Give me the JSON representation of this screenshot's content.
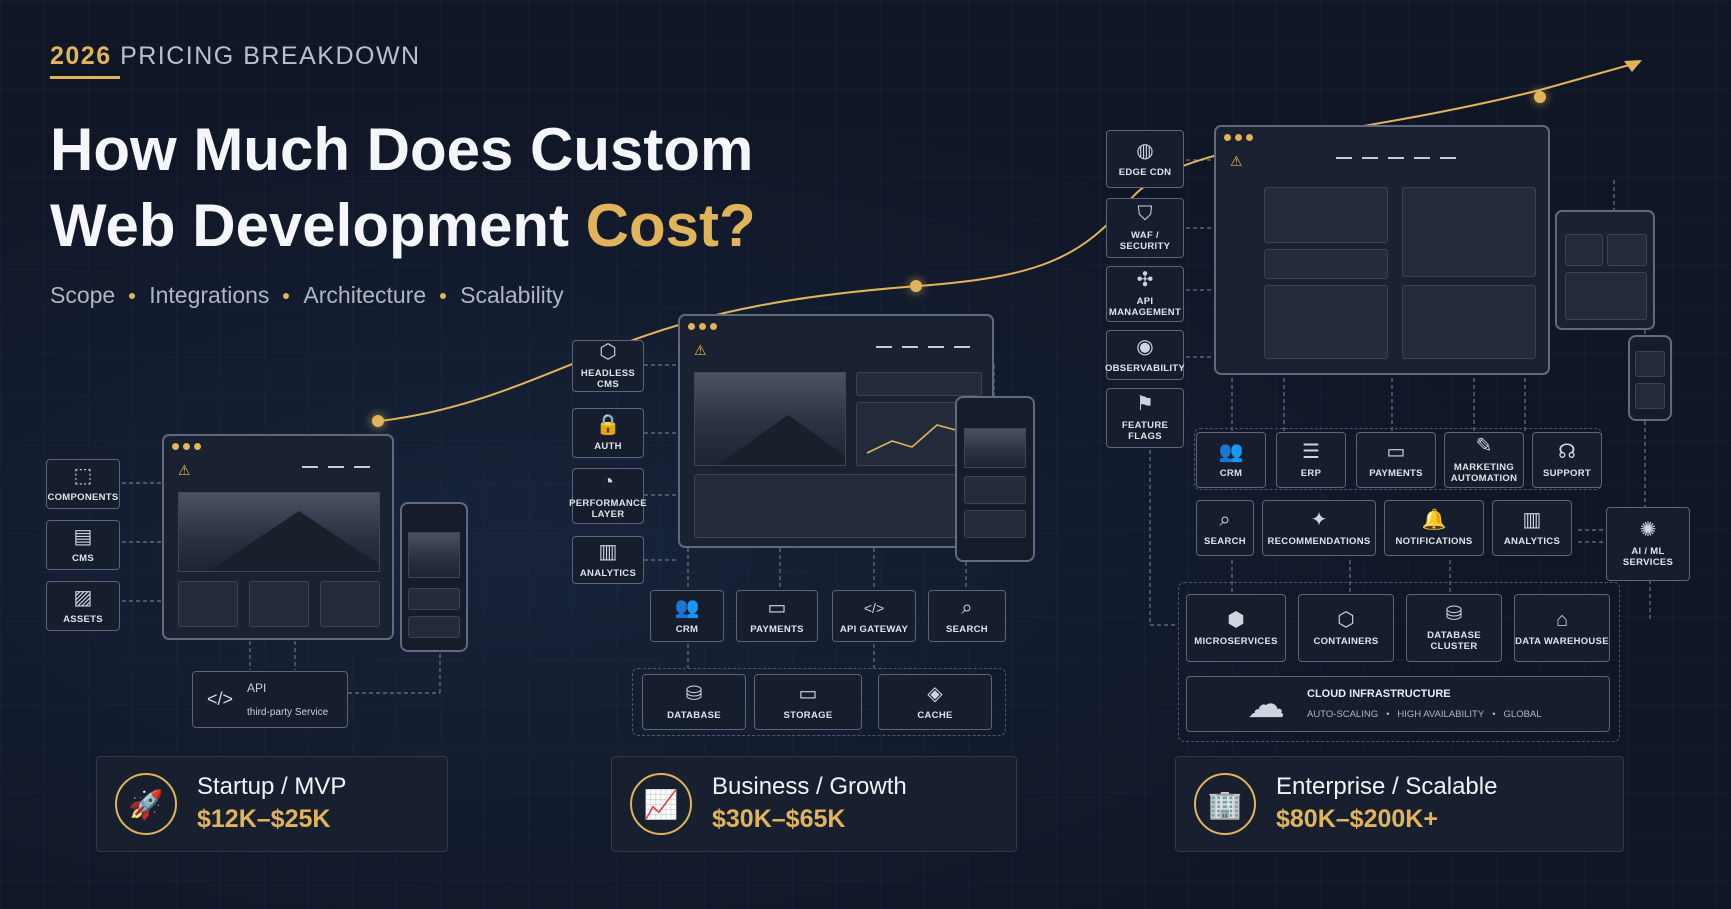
{
  "header": {
    "year": "2026",
    "eyebrow": "PRICING BREAKDOWN",
    "title_line1": "How Much Does Custom",
    "title_line2_main": "Web Development",
    "title_line2_accent": "Cost?",
    "subtitle_items": [
      "Scope",
      "Integrations",
      "Architecture",
      "Scalability"
    ]
  },
  "colors": {
    "accent": "#e2b45a",
    "background": "#0f1626",
    "panel": "#161d2c",
    "border": "#5b6577"
  },
  "startup": {
    "modules": [
      {
        "label": "COMPONENTS",
        "icon": "components-icon",
        "glyph": "⬚"
      },
      {
        "label": "CMS",
        "icon": "document-icon",
        "glyph": "▤"
      },
      {
        "label": "ASSETS",
        "icon": "image-icon",
        "glyph": "▨"
      }
    ],
    "api": {
      "title": "API",
      "subtitle": "third-party Service",
      "glyph": "</>"
    }
  },
  "business": {
    "left_modules": [
      {
        "label": "HEADLESS CMS",
        "icon": "cube-icon",
        "glyph": "⬡"
      },
      {
        "label": "AUTH",
        "icon": "lock-icon",
        "glyph": "🔒"
      },
      {
        "label": "PERFORMANCE LAYER",
        "icon": "gauge-icon",
        "glyph": "◔"
      },
      {
        "label": "ANALYTICS",
        "icon": "bar-chart-icon",
        "glyph": "▥"
      }
    ],
    "bottom_modules": [
      {
        "label": "CRM",
        "icon": "users-icon",
        "glyph": "👥"
      },
      {
        "label": "PAYMENTS",
        "icon": "card-icon",
        "glyph": "▭"
      },
      {
        "label": "API GATEWAY",
        "icon": "code-icon",
        "glyph": "</>"
      },
      {
        "label": "SEARCH",
        "icon": "search-icon",
        "glyph": "⌕"
      }
    ],
    "storage_modules": [
      {
        "label": "DATABASE",
        "icon": "database-icon",
        "glyph": "⛁"
      },
      {
        "label": "STORAGE",
        "icon": "folder-icon",
        "glyph": "▭"
      },
      {
        "label": "CACHE",
        "icon": "layers-icon",
        "glyph": "◈"
      }
    ]
  },
  "enterprise": {
    "left_modules": [
      {
        "label": "EDGE CDN",
        "icon": "globe-icon",
        "glyph": "◍"
      },
      {
        "label": "WAF / SECURITY",
        "icon": "shield-icon",
        "glyph": "⛉"
      },
      {
        "label": "API MANAGEMENT",
        "icon": "network-icon",
        "glyph": "✣"
      },
      {
        "label": "OBSERVABILITY",
        "icon": "eye-icon",
        "glyph": "◉"
      },
      {
        "label": "FEATURE FLAGS",
        "icon": "flag-icon",
        "glyph": "⚑"
      }
    ],
    "row1": [
      {
        "label": "CRM",
        "icon": "users-icon",
        "glyph": "👥"
      },
      {
        "label": "ERP",
        "icon": "server-icon",
        "glyph": "☰"
      },
      {
        "label": "PAYMENTS",
        "icon": "card-icon",
        "glyph": "▭"
      },
      {
        "label": "MARKETING AUTOMATION",
        "icon": "megaphone-icon",
        "glyph": "✎"
      },
      {
        "label": "SUPPORT",
        "icon": "headset-icon",
        "glyph": "☊"
      }
    ],
    "row2": [
      {
        "label": "SEARCH",
        "icon": "search-icon",
        "glyph": "⌕"
      },
      {
        "label": "RECOMMENDATIONS",
        "icon": "sparkle-icon",
        "glyph": "✦"
      },
      {
        "label": "NOTIFICATIONS",
        "icon": "bell-icon",
        "glyph": "🔔"
      },
      {
        "label": "ANALYTICS",
        "icon": "bar-chart-icon",
        "glyph": "▥"
      }
    ],
    "ai": {
      "label": "AI / ML SERVICES",
      "icon": "brain-icon",
      "glyph": "✺"
    },
    "row3": [
      {
        "label": "MICROSERVICES",
        "icon": "cubes-icon",
        "glyph": "⬢"
      },
      {
        "label": "CONTAINERS",
        "icon": "container-icon",
        "glyph": "⬡"
      },
      {
        "label": "DATABASE CLUSTER",
        "icon": "database-icon",
        "glyph": "⛁"
      },
      {
        "label": "DATA WAREHOUSE",
        "icon": "warehouse-icon",
        "glyph": "⌂"
      }
    ],
    "cloud": {
      "title": "CLOUD INFRASTRUCTURE",
      "features": [
        "AUTO-SCALING",
        "HIGH AVAILABILITY",
        "GLOBAL"
      ],
      "glyph": "☁"
    }
  },
  "pricing": [
    {
      "tier": "Startup / MVP",
      "range": "$12K–$25K",
      "icon": "rocket-icon",
      "glyph": "🚀"
    },
    {
      "tier": "Business / Growth",
      "range": "$30K–$65K",
      "icon": "growth-chart-icon",
      "glyph": "📈"
    },
    {
      "tier": "Enterprise / Scalable",
      "range": "$80K–$200K+",
      "icon": "building-icon",
      "glyph": "🏢"
    }
  ]
}
